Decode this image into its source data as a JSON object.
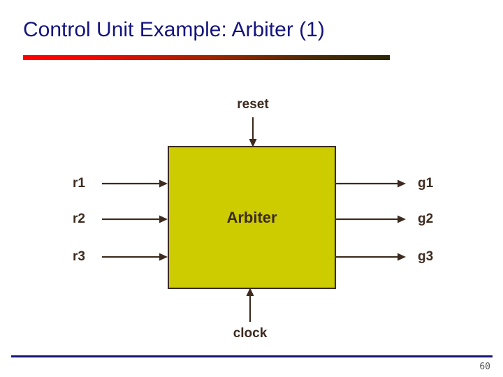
{
  "slide": {
    "title": "Control Unit Example: Arbiter (1)",
    "page_number": "60",
    "title_color": "#15157F",
    "rule_start_color": "#FF0000",
    "rule_end_color": "#2B2606",
    "footer_rule_color": "#141478"
  },
  "diagram": {
    "type": "block-diagram",
    "block": {
      "label": "Arbiter",
      "fill_color": "#CCCC00",
      "border_color": "#3D2B1F",
      "text_color": "#3D2B1F"
    },
    "inputs_left": [
      {
        "label": "r1"
      },
      {
        "label": "r2"
      },
      {
        "label": "r3"
      }
    ],
    "outputs_right": [
      {
        "label": "g1"
      },
      {
        "label": "g2"
      },
      {
        "label": "g3"
      }
    ],
    "input_top": {
      "label": "reset",
      "direction": "down-into-block"
    },
    "input_bottom": {
      "label": "clock",
      "direction": "up-into-block"
    }
  }
}
